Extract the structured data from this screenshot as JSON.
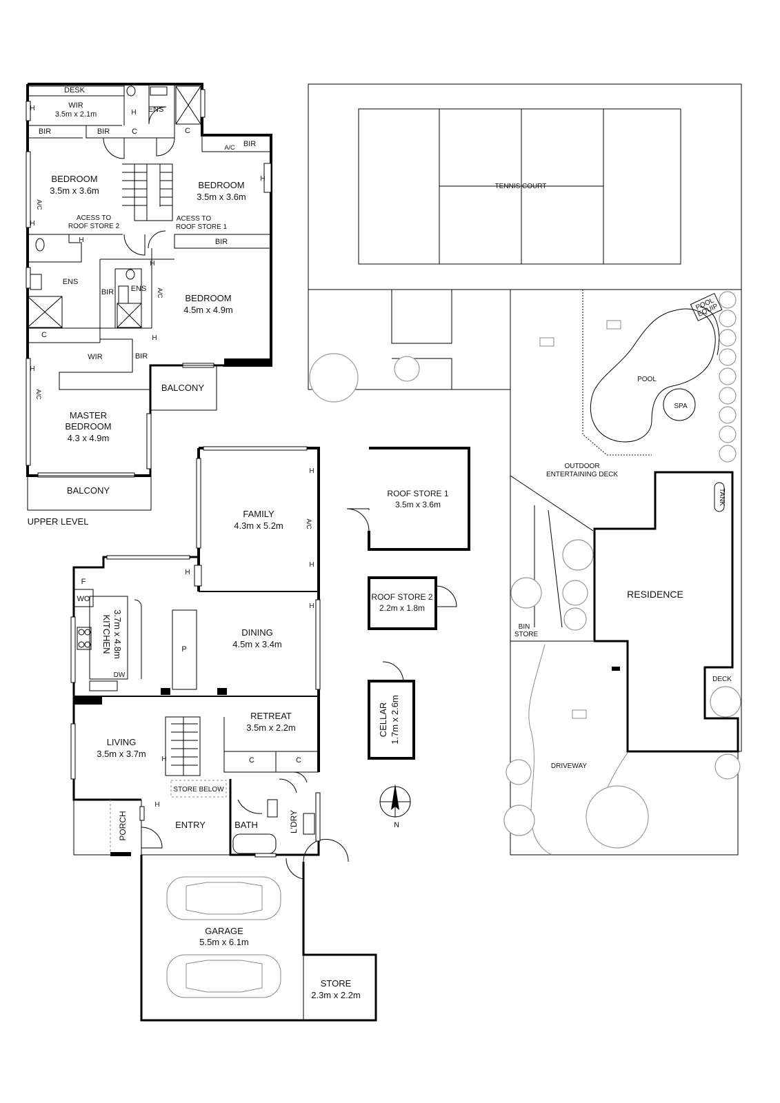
{
  "upper": {
    "desk": "DESK",
    "wir_top": {
      "name": "WIR",
      "dim": "3.5m x 2.1m"
    },
    "ens_top": "ENS",
    "bir": "BIR",
    "c": "C",
    "ac": "A/C",
    "h": "H",
    "bedroom_left": {
      "name": "BEDROOM",
      "dim": "3.5m x 3.6m"
    },
    "bedroom_right": {
      "name": "BEDROOM",
      "dim": "3.5m x 3.6m"
    },
    "access2": {
      "line1": "ACESS TO",
      "line2": "ROOF STORE 2"
    },
    "access1": {
      "line1": "ACESS TO",
      "line2": "ROOF STORE 1"
    },
    "ens_left": "ENS",
    "ens_mid": "ENS",
    "bedroom_mid": {
      "name": "BEDROOM",
      "dim": "4.5m x 4.9m"
    },
    "wir_mid": "WIR",
    "balcony_right": "BALCONY",
    "master": {
      "line1": "MASTER",
      "line2": "BEDROOM",
      "dim": "4.3 x 4.9m"
    },
    "balcony_bottom": "BALCONY",
    "level_label": "UPPER LEVEL"
  },
  "ground": {
    "family": {
      "name": "FAMILY",
      "dim": "4.3m x 5.2m"
    },
    "kitchen": {
      "name": "KITCHEN",
      "dim": "3.7m x 4.8m"
    },
    "f": "F",
    "wo": "WO",
    "dw": "DW",
    "p": "P",
    "dining": {
      "name": "DINING",
      "dim": "4.5m x 3.4m"
    },
    "retreat": {
      "name": "RETREAT",
      "dim": "3.5m x 2.2m"
    },
    "living": {
      "name": "LIVING",
      "dim": "3.5m x 3.7m"
    },
    "store_below": "STORE BELOW",
    "porch": "PORCH",
    "entry": "ENTRY",
    "bath": "BATH",
    "ldry": "L'DRY",
    "garage": {
      "name": "GARAGE",
      "dim": "5.5m x 6.1m"
    },
    "store": {
      "name": "STORE",
      "dim": "2.3m x 2.2m"
    }
  },
  "outbuildings": {
    "roof_store_1": {
      "name": "ROOF STORE 1",
      "dim": "3.5m x 3.6m"
    },
    "roof_store_2": {
      "name": "ROOF STORE 2",
      "dim": "2.2m x 1.8m"
    },
    "cellar": {
      "name": "CELLAR",
      "dim": "1.7m x 2.6m"
    },
    "north": "N"
  },
  "site": {
    "tennis_court": "TENNIS COURT",
    "pool_equip": {
      "line1": "POOL",
      "line2": "EQUIP"
    },
    "pool": "POOL",
    "spa": "SPA",
    "deck_outdoor": {
      "line1": "OUTDOOR",
      "line2": "ENTERTAINING DECK"
    },
    "tank": "TANK",
    "residence": "RESIDENCE",
    "bin_store": {
      "line1": "BIN",
      "line2": "STORE"
    },
    "deck": "DECK",
    "driveway": "DRIVEWAY"
  }
}
